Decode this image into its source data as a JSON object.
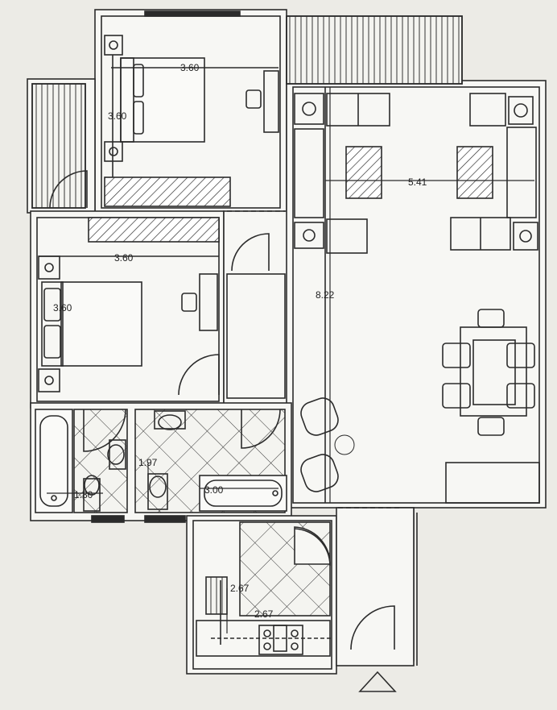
{
  "dimensions": {
    "bedroom1_width": "3.60",
    "bedroom1_depth": "3.60",
    "bedroom2_width": "3.60",
    "bedroom2_depth": "3.60",
    "living_width": "5.41",
    "living_depth": "8.22",
    "bath1_width": "1.80",
    "bath1_depth": "1.97",
    "bath2_width": "3.00",
    "kitchen_depth": "2.67",
    "kitchen_width": "2.67"
  },
  "colors": {
    "paper": "#ecebe6",
    "line": "#2b2b2b",
    "fill_wall": "#f7f7f4"
  },
  "icons": [
    "north-arrow-icon",
    "chair-icon",
    "lamp-table-icon",
    "plant-icon"
  ]
}
